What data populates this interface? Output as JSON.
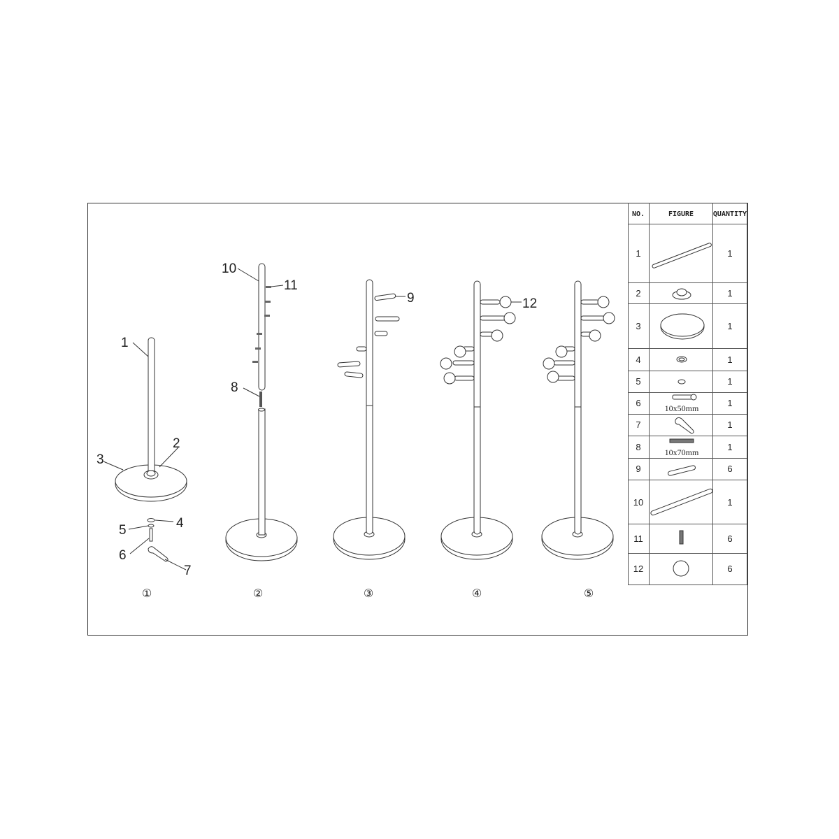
{
  "diagram": {
    "part_labels": [
      "1",
      "2",
      "3",
      "4",
      "5",
      "6",
      "7",
      "8",
      "9",
      "10",
      "11",
      "12"
    ],
    "steps": [
      "①",
      "②",
      "③",
      "④",
      "⑤"
    ]
  },
  "parts_table": {
    "headers": {
      "no": "NO.",
      "figure": "FIGURE",
      "quantity": "QUANTITY"
    },
    "rows": [
      {
        "no": "1",
        "quantity": "1",
        "figure": "tube-pole"
      },
      {
        "no": "2",
        "quantity": "1",
        "figure": "base-cap"
      },
      {
        "no": "3",
        "quantity": "1",
        "figure": "round-base"
      },
      {
        "no": "4",
        "quantity": "1",
        "figure": "washer"
      },
      {
        "no": "5",
        "quantity": "1",
        "figure": "spring-washer"
      },
      {
        "no": "6",
        "quantity": "1",
        "figure": "bolt",
        "dimension": "10x50mm"
      },
      {
        "no": "7",
        "quantity": "1",
        "figure": "wrench"
      },
      {
        "no": "8",
        "quantity": "1",
        "figure": "threaded-rod",
        "dimension": "10x70mm"
      },
      {
        "no": "9",
        "quantity": "6",
        "figure": "peg"
      },
      {
        "no": "10",
        "quantity": "1",
        "figure": "upper-pole"
      },
      {
        "no": "11",
        "quantity": "6",
        "figure": "screw"
      },
      {
        "no": "12",
        "quantity": "6",
        "figure": "ball"
      }
    ]
  }
}
